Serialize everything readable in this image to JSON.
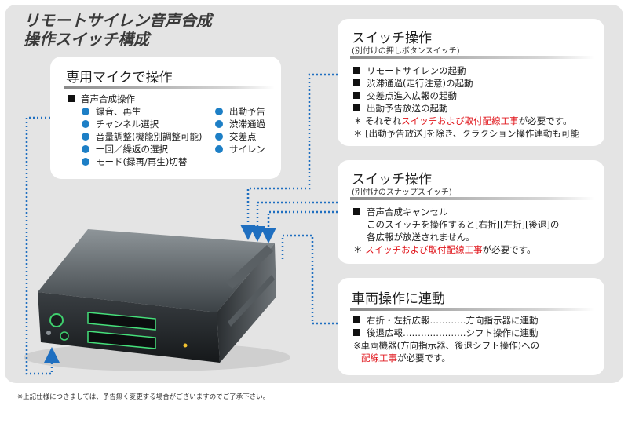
{
  "title": {
    "line1": "リモートサイレン音声合成",
    "line2": "操作スイッチ構成"
  },
  "mic_box": {
    "title": "専用マイクで操作",
    "header": "音声合成操作",
    "left_items": [
      "録音、再生",
      "チャンネル選択",
      "音量調整(機能別調整可能)",
      "一回／繰返の選択",
      "モード(録再/再生)切替"
    ],
    "right_items": [
      "出動予告",
      "渋滞通過",
      "交差点",
      "サイレン"
    ]
  },
  "push_box": {
    "title": "スイッチ操作",
    "subtitle": "(別付けの押しボタンスイッチ)",
    "items": [
      "リモートサイレンの起動",
      "渋滞通過(走行注意)の起動",
      "交差点進入広報の起動",
      "出動予告放送の起動"
    ],
    "note1_prefix": "＊ それぞれ",
    "note1_red": "スイッチおよび取付配線工事",
    "note1_suffix": "が必要です。",
    "note2": "＊ [出動予告放送]を除き、クラクション操作連動も可能"
  },
  "snap_box": {
    "title": "スイッチ操作",
    "subtitle": "(別付けのスナップスイッチ)",
    "item": "音声合成キャンセル",
    "desc1": "このスイッチを操作すると[右折][左折][後退]の",
    "desc2": "各広報が放送されません。",
    "note_prefix": "＊ ",
    "note_red": "スイッチおよび取付配線工事",
    "note_suffix": "が必要です。"
  },
  "vehicle_box": {
    "title": "車両操作に連動",
    "item1_label": "右折・左折広報",
    "item1_leader": "…………",
    "item1_value": "方向指示器に連動",
    "item2_label": "後退広報",
    "item2_leader": "…………………",
    "item2_value": "シフト操作に連動",
    "note1": "※車両機器(方向指示器、後退シフト操作)への",
    "note2_red": "配線工事",
    "note2_suffix": "が必要です。"
  },
  "footnote": "※上記仕様につきましては、予告無く変更する場合がございますのでご了承下さい。",
  "colors": {
    "panel_bg": "#e4e4e4",
    "bullet_blue": "#1d7fc6",
    "arrow_blue": "#1f6fc0",
    "warning_red": "#e0151b"
  }
}
